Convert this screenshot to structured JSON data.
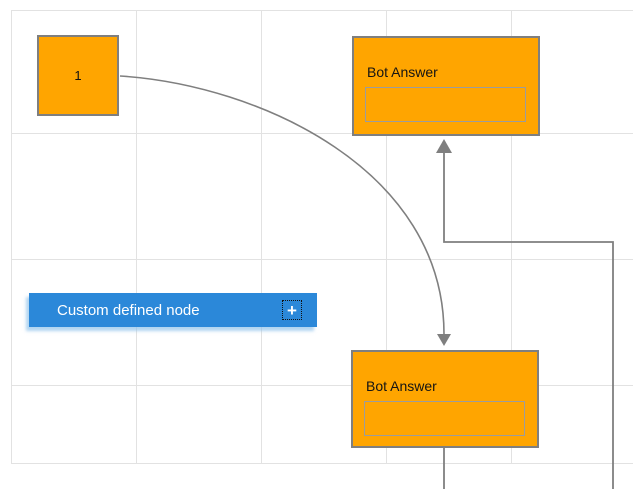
{
  "canvas": {
    "background_color": "#FFFFFF",
    "gridline_color": "#E2E2E2",
    "connector_color": "#7F7F7F"
  },
  "nodes": {
    "start_node": {
      "label": "1",
      "fill": "#FFA500",
      "border_color": "#7F7F7F"
    },
    "bot_answer_top": {
      "title": "Bot Answer",
      "input_value": "",
      "fill": "#FFA500"
    },
    "bot_answer_bottom": {
      "title": "Bot Answer",
      "input_value": "",
      "fill": "#FFA500"
    },
    "custom_node": {
      "label": "Custom defined node",
      "add_button_glyph": "+",
      "fill": "#2B88D9",
      "text_color": "#FFFFFF"
    }
  }
}
